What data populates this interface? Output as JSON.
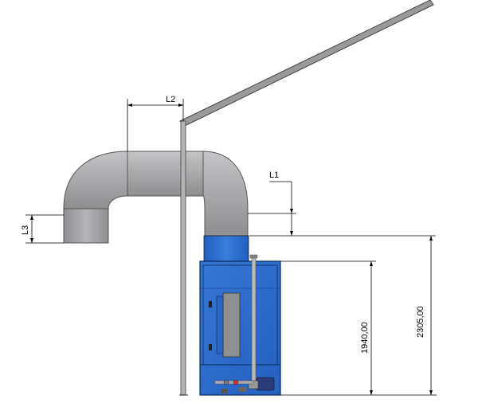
{
  "dimensions": {
    "l1": "L1",
    "l2": "L2",
    "l3": "L3",
    "height_1940": "1940,00",
    "height_2305": "2305,00"
  },
  "colors": {
    "duct_gray": "#a7a7a9",
    "booth_blue": "#2f6fcf",
    "pipe_gray": "#9a9a9a",
    "filter_gray": "#8f8f8f"
  }
}
